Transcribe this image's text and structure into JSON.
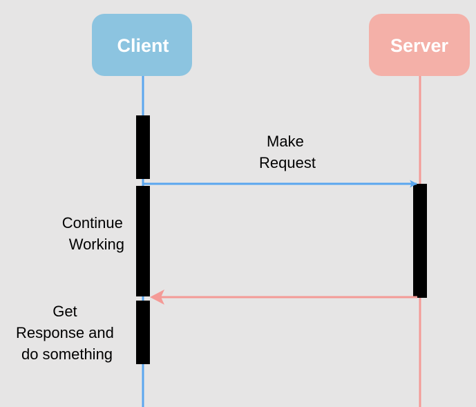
{
  "actors": {
    "client": {
      "label": "Client",
      "color": "#8cc4e0",
      "lifeline_color": "#5aa6ef"
    },
    "server": {
      "label": "Server",
      "color": "#f4b0a8",
      "lifeline_color": "#f49a96"
    }
  },
  "messages": {
    "make_request": {
      "lines": [
        "Make",
        "Request"
      ],
      "color": "#5aa6ef"
    },
    "response": {
      "color": "#f49a96"
    }
  },
  "notes": {
    "continue_working": {
      "lines": [
        "Continue",
        "Working"
      ]
    },
    "get_response": {
      "lines": [
        "Get",
        "Response and",
        "do something"
      ]
    }
  },
  "activation_color": "#000000"
}
